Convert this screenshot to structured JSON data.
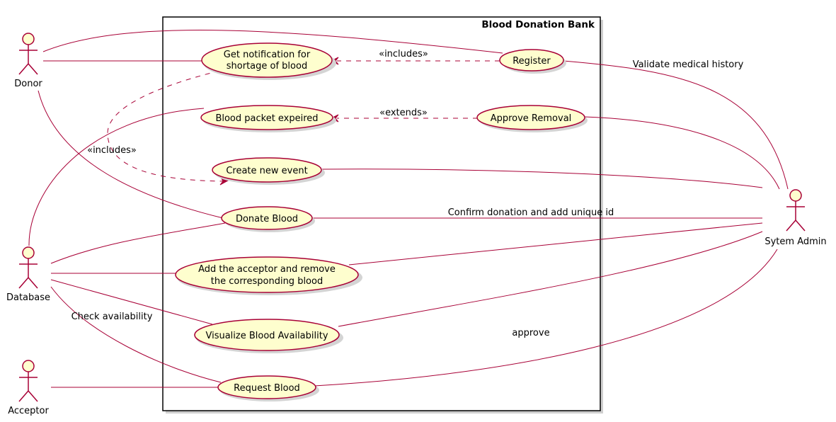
{
  "system": {
    "title": "Blood Donation Bank"
  },
  "actors": {
    "donor": "Donor",
    "database": "Database",
    "acceptor": "Acceptor",
    "admin": "Sytem Admin"
  },
  "use_cases": {
    "notification": [
      "Get notification for",
      "shortage of blood"
    ],
    "register": "Register",
    "expired": "Blood packet expeired",
    "approve_removal": "Approve Removal",
    "create_event": "Create new event",
    "donate": "Donate Blood",
    "add_acceptor": [
      "Add the acceptor and remove",
      "the corresponding blood"
    ],
    "visualize": "Visualize Blood Availability",
    "request": "Request Blood"
  },
  "relations": {
    "includes_register": "«includes»",
    "extends_expired": "«extends»",
    "includes_event": "«includes»",
    "validate_history": "Validate medical history",
    "confirm_donation": "Confirm donation and add unique id",
    "check_availability": "Check availability",
    "approve": "approve"
  },
  "colors": {
    "line": "#a80036",
    "fill": "#fefece",
    "border": "#000000"
  }
}
